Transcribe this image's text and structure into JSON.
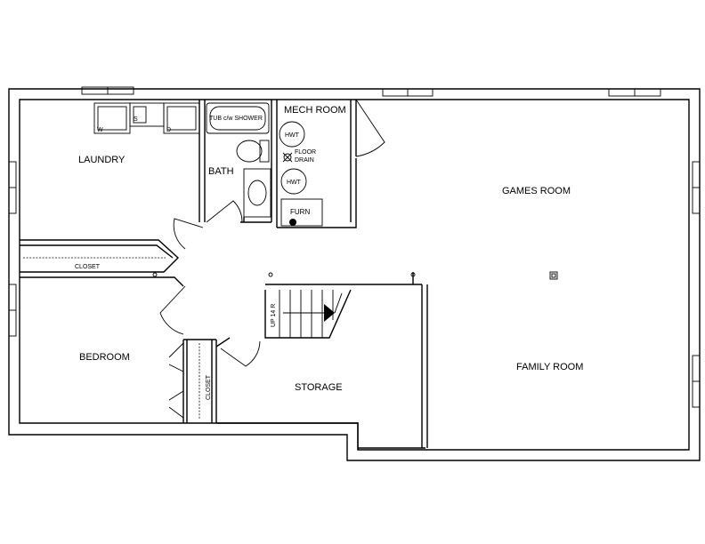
{
  "rooms": {
    "laundry": "LAUNDRY",
    "bath": "BATH",
    "mech_room": "MECH ROOM",
    "games_room": "GAMES ROOM",
    "bedroom": "BEDROOM",
    "storage": "STORAGE",
    "family_room": "FAMILY ROOM",
    "closet_upper": "CLOSET",
    "closet_lower": "CLOSET"
  },
  "fixtures": {
    "washer": "W",
    "sink": "S",
    "dryer": "D",
    "tub": "TUB c/w SHOWER",
    "hwt_1": "HWT",
    "hwt_2": "HWT",
    "floor_drain_line1": "FLOOR",
    "floor_drain_line2": "DRAIN",
    "furnace": "FURN",
    "stairs": "UP 14 R"
  }
}
